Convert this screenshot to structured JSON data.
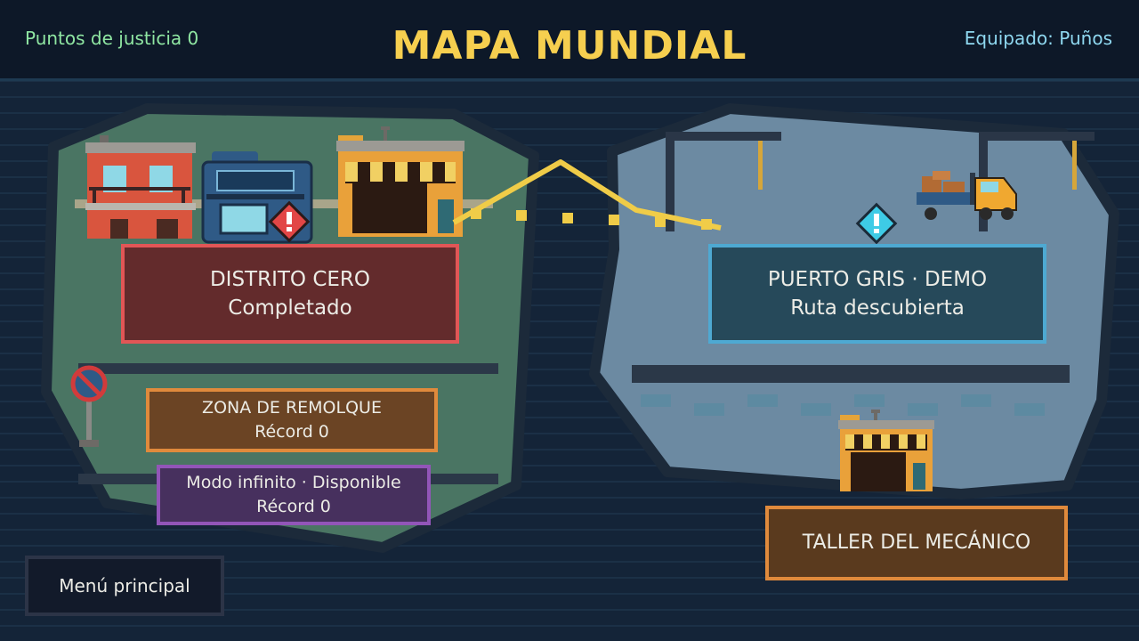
{
  "hud": {
    "justice_points": "Puntos de justicia 0",
    "title": "MAPA MUNDIAL",
    "equipped": "Equipado: Puños"
  },
  "locations": {
    "distrito": {
      "name": "DISTRITO CERO",
      "status": "Completado"
    },
    "puerto": {
      "name": "PUERTO GRIS · DEMO",
      "status": "Ruta descubierta"
    },
    "remolque": {
      "name": "ZONA DE REMOLQUE",
      "record": "Récord 0"
    },
    "infinito": {
      "name": "Modo infinito · Disponible",
      "record": "Récord 0"
    },
    "taller": {
      "name": "TALLER DEL MECÁNICO"
    }
  },
  "menu": {
    "main_menu": "Menú principal"
  },
  "icons": {
    "alert_distrito": "exclamation-diamond-icon",
    "alert_puerto": "exclamation-diamond-icon",
    "no_parking": "no-parking-sign-icon"
  },
  "colors": {
    "title": "#f6cf4f",
    "route": "#f0cc48",
    "distrito_accent": "#e15656",
    "puerto_accent": "#4ea9d2",
    "remolque_accent": "#e08a3c",
    "infinito_accent": "#9255b8"
  }
}
